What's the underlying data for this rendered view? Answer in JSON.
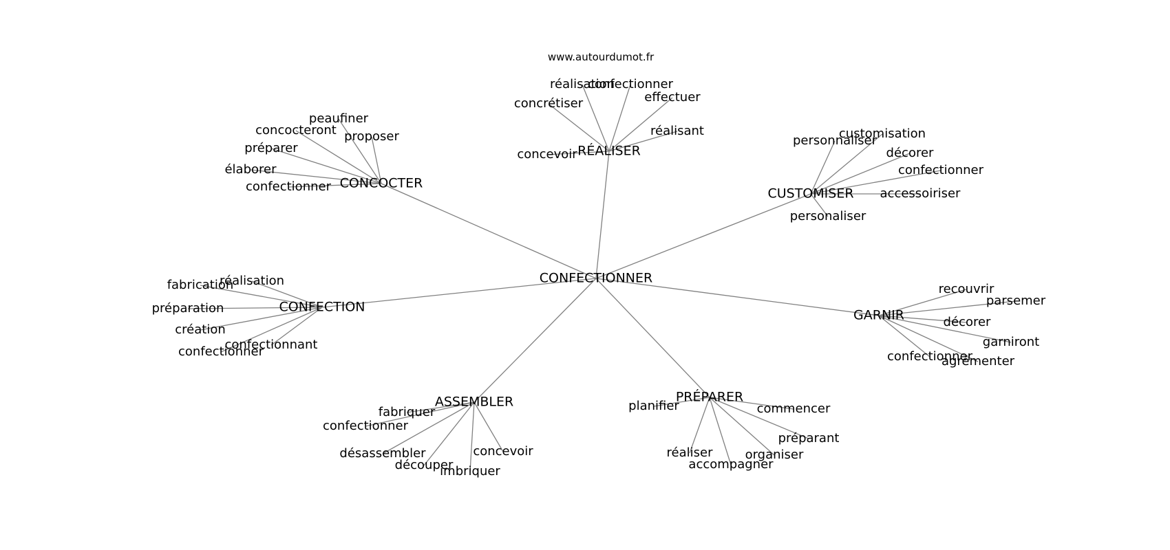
{
  "source": "www.autourdumot.fr",
  "center": "CONFECTIONNER",
  "groups": [
    {
      "id": "concocter",
      "label": "CONCOCTER",
      "leaves": [
        "peaufiner",
        "concocteront",
        "proposer",
        "préparer",
        "élaborer",
        "confectionner"
      ]
    },
    {
      "id": "realiser",
      "label": "RÉALISER",
      "leaves": [
        "réalisation",
        "confectionner",
        "effectuer",
        "concrétiser",
        "réalisant",
        "concevoir"
      ]
    },
    {
      "id": "customiser",
      "label": "CUSTOMISER",
      "leaves": [
        "customisation",
        "personnaliser",
        "décorer",
        "confectionner",
        "accessoiriser",
        "personaliser"
      ]
    },
    {
      "id": "confection",
      "label": "CONFECTION",
      "leaves": [
        "réalisation",
        "fabrication",
        "préparation",
        "création",
        "confectionnant",
        "confectionner"
      ]
    },
    {
      "id": "garnir",
      "label": "GARNIR",
      "leaves": [
        "recouvrir",
        "parsemer",
        "décorer",
        "garniront",
        "agrémenter",
        "confectionner"
      ]
    },
    {
      "id": "assembler",
      "label": "ASSEMBLER",
      "leaves": [
        "fabriquer",
        "confectionner",
        "désassembler",
        "concevoir",
        "découper",
        "imbriquer"
      ]
    },
    {
      "id": "preparer",
      "label": "PRÉPARER",
      "leaves": [
        "planifier",
        "commencer",
        "préparant",
        "réaliser",
        "organiser",
        "accompagner"
      ]
    }
  ]
}
